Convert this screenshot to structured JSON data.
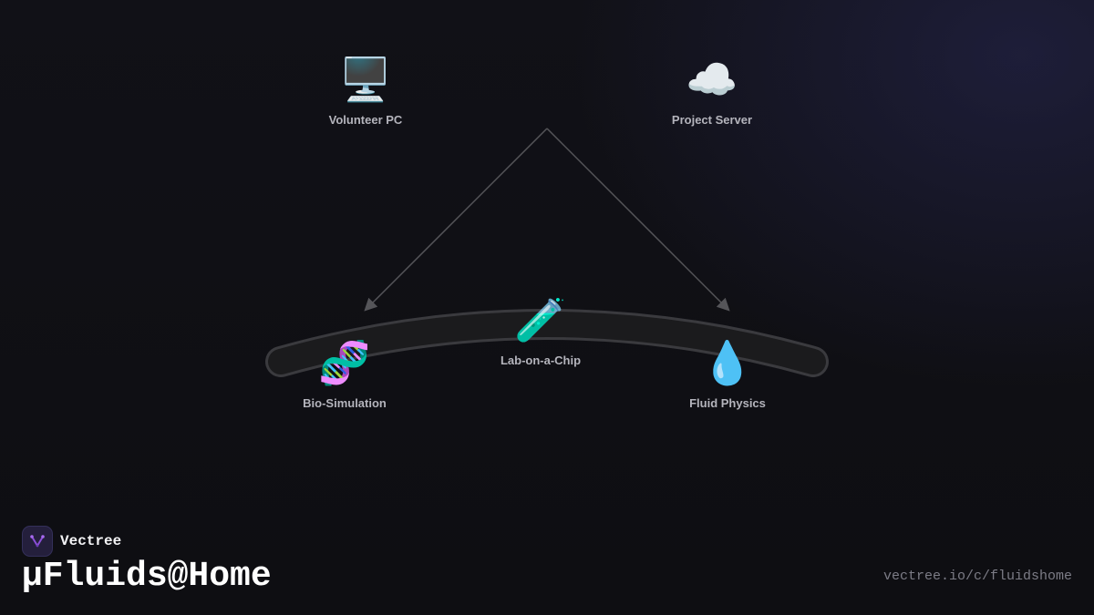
{
  "brand": {
    "name": "Vectree",
    "logo_icon": "vectree-logo-icon"
  },
  "page": {
    "title": "µFluids@Home",
    "url": "vectree.io/c/fluidshome"
  },
  "diagram": {
    "nodes": [
      {
        "id": "volunteer-pc",
        "label": "Volunteer PC",
        "icon": "🖥️",
        "icon_name": "desktop-computer-icon"
      },
      {
        "id": "project-server",
        "label": "Project Server",
        "icon": "☁️",
        "icon_name": "cloud-icon"
      },
      {
        "id": "lab-on-a-chip",
        "label": "Lab-on-a-Chip",
        "icon": "🧪",
        "icon_name": "test-tube-icon"
      },
      {
        "id": "bio-simulation",
        "label": "Bio-Simulation",
        "icon": "🧬",
        "icon_name": "dna-icon"
      },
      {
        "id": "fluid-physics",
        "label": "Fluid Physics",
        "icon": "💧",
        "icon_name": "droplet-icon"
      }
    ],
    "colors": {
      "background": "#0f0f14",
      "arrow": "#555559",
      "channel_fill": "#1b1b1d",
      "channel_stroke": "#3a3a3e",
      "label": "#b4b4bc",
      "accent": "#8b4fd8"
    }
  }
}
